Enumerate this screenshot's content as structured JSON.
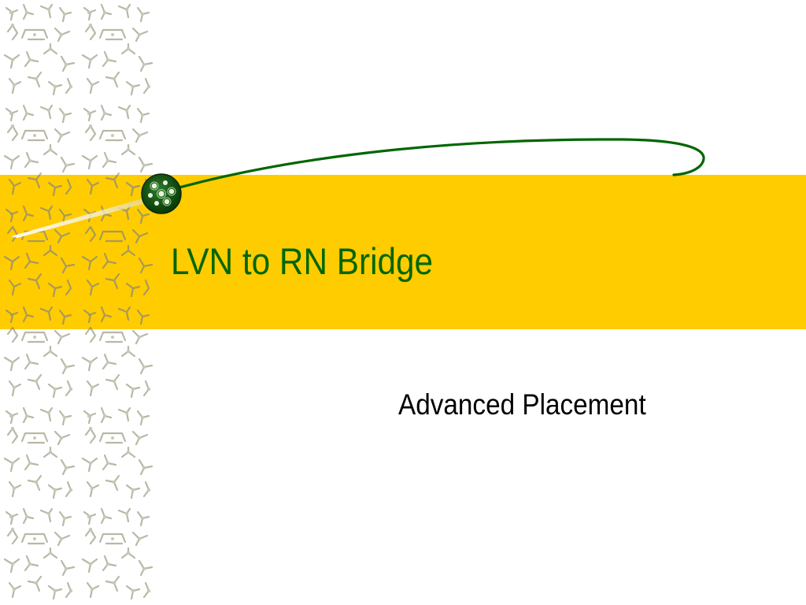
{
  "slide": {
    "title": "LVN to RN Bridge",
    "subtitle": "Advanced Placement"
  },
  "theme": {
    "band_color": "#ffcc00",
    "title_color": "#006600",
    "subtitle_color": "#000000",
    "pattern_color": "#b8b8a8",
    "curve_color": "#006600",
    "background": "#ffffff"
  },
  "decorations": {
    "pattern": "molecule-pattern",
    "curve": "green-arc",
    "orb": "green-cell-orb",
    "beam": "light-beam"
  }
}
